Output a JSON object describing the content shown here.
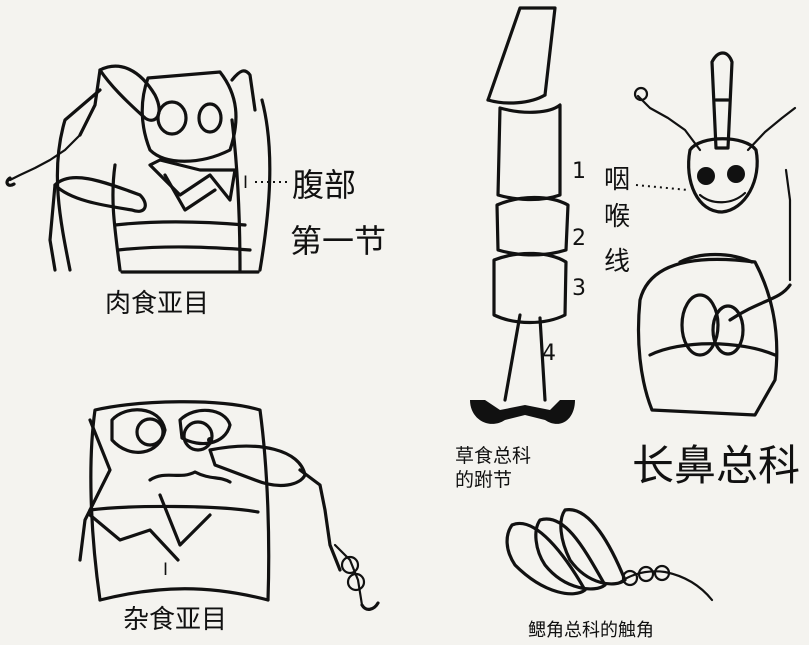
{
  "figures": {
    "carnivore": {
      "caption": "肉食亚目",
      "segment_marker": "I",
      "callout_line1": "腹部",
      "callout_line2": "第一节"
    },
    "omnivore": {
      "caption": "杂食亚目",
      "segment_marker": "I"
    },
    "tarsus": {
      "segments": [
        "1",
        "2",
        "3",
        "4"
      ],
      "caption_line1": "草食总科",
      "caption_line2": "的跗节"
    },
    "snout": {
      "side_label_1": "咽",
      "side_label_2": "喉",
      "side_label_3": "线",
      "caption": "长鼻总科"
    },
    "antenna": {
      "caption": "鳃角总科的触角"
    }
  },
  "colors": {
    "ink": "#111111",
    "paper": "#f4f3ef"
  }
}
